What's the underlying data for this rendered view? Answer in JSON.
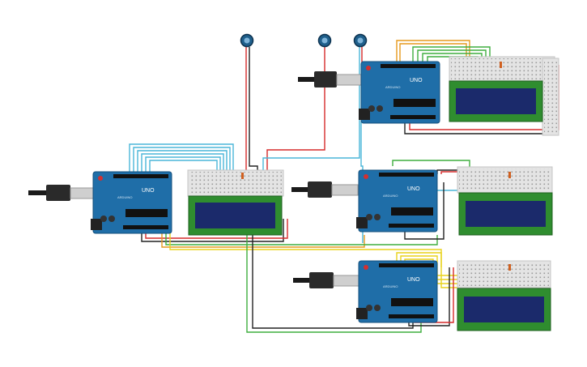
{
  "boards": [
    {
      "id": "uno-main",
      "label": "UNO",
      "brand": "ARDUINO"
    },
    {
      "id": "uno-top",
      "label": "UNO",
      "brand": "ARDUINO"
    },
    {
      "id": "uno-middle",
      "label": "UNO",
      "brand": "ARDUINO"
    },
    {
      "id": "uno-bottom",
      "label": "UNO",
      "brand": "ARDUINO"
    }
  ],
  "potentiometers": 3,
  "lcd_displays": 4,
  "colors": {
    "board": "#1f6ea8",
    "board_dark": "#15507d",
    "lcd_frame": "#2f8d2f",
    "lcd_screen": "#1b2a6b",
    "breadboard": "#e4e4e4",
    "wire_red": "#d62b2b",
    "wire_black": "#222222",
    "wire_green": "#3fae3f",
    "wire_orange": "#e69a1e",
    "wire_yellow": "#e8d21c",
    "wire_cyan": "#4ab6d8"
  }
}
